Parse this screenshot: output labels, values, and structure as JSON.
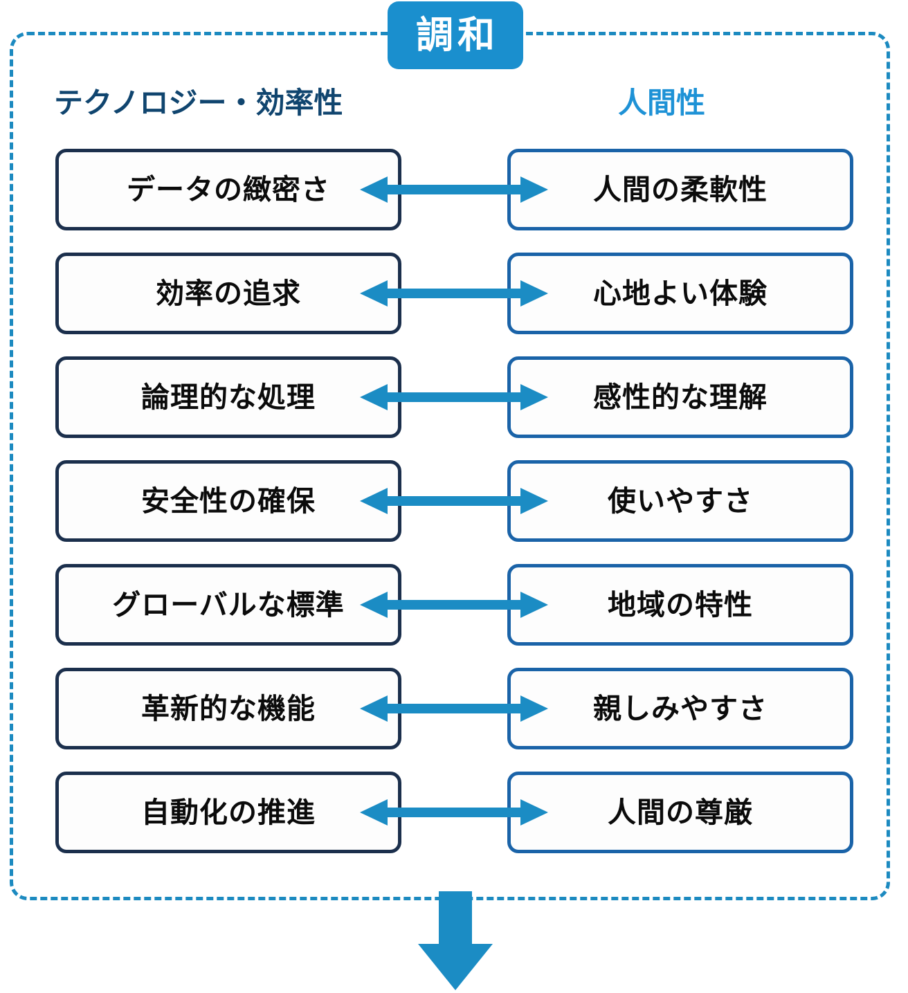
{
  "title_badge": {
    "text": "調和"
  },
  "headers": {
    "left": "テクノロジー・効率性",
    "right": "人間性"
  },
  "colors": {
    "accent_blue": "#1a8fce",
    "arrow_blue": "#1b8cc4",
    "dashed_border": "#1c8ac0",
    "left_box_border": "#1b2f4c",
    "right_box_border": "#1a63a8",
    "left_header_text": "#10456f",
    "right_header_text": "#1e92d6",
    "node_text": "#0b0b0b",
    "background": "#ffffff"
  },
  "pairs": [
    {
      "left": "データの緻密さ",
      "right": "人間の柔軟性"
    },
    {
      "left": "効率の追求",
      "right": "心地よい体験"
    },
    {
      "left": "論理的な処理",
      "right": "感性的な理解"
    },
    {
      "left": "安全性の確保",
      "right": "使いやすさ"
    },
    {
      "left": "グローバルな標準",
      "right": "地域の特性"
    },
    {
      "left": "革新的な機能",
      "right": "親しみやすさ"
    },
    {
      "left": "自動化の推進",
      "right": "人間の尊厳"
    }
  ],
  "connector": {
    "kind": "double-headed-arrow",
    "direction": "horizontal"
  },
  "bottom_arrow": {
    "kind": "down-arrow"
  }
}
